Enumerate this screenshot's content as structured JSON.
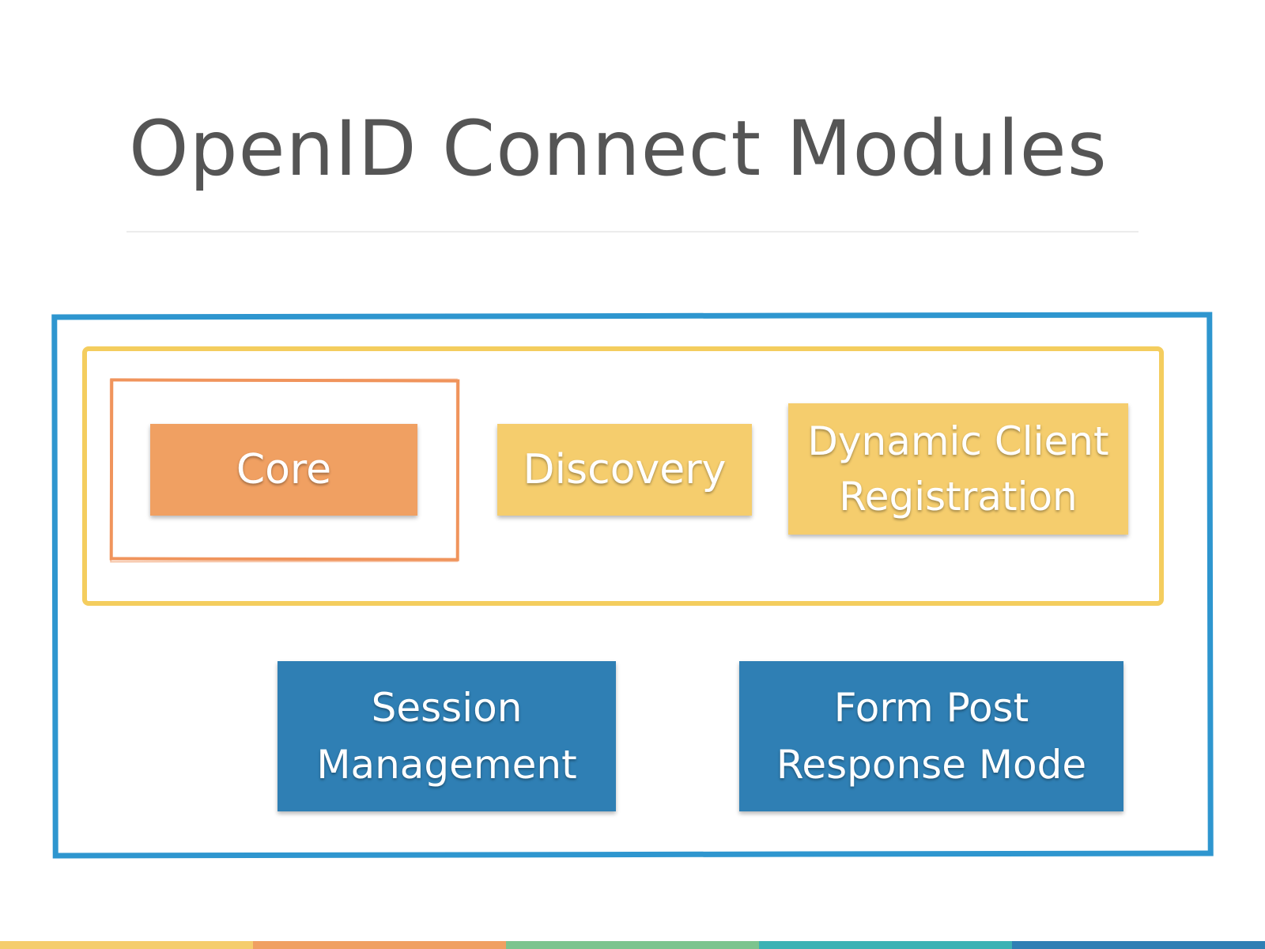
{
  "slide": {
    "title": "OpenID Connect Modules"
  },
  "modules": {
    "core": "Core",
    "discovery": "Discovery",
    "dynamic_client_registration": "Dynamic Client\nRegistration",
    "session_management": "Session\nManagement",
    "form_post_response_mode": "Form Post\nResponse Mode"
  },
  "colors": {
    "title_text": "#555555",
    "frame_blue": "#2e96cf",
    "frame_yellow": "#f4cd5e",
    "frame_orange": "#f0945c",
    "box_orange": "#f0a062",
    "box_yellow": "#f5cd6d",
    "box_blue": "#2f7fb4",
    "bottom_bar": [
      "#f5cd6d",
      "#f0a062",
      "#7cc48e",
      "#3cb2b4",
      "#2f7fb4"
    ]
  }
}
